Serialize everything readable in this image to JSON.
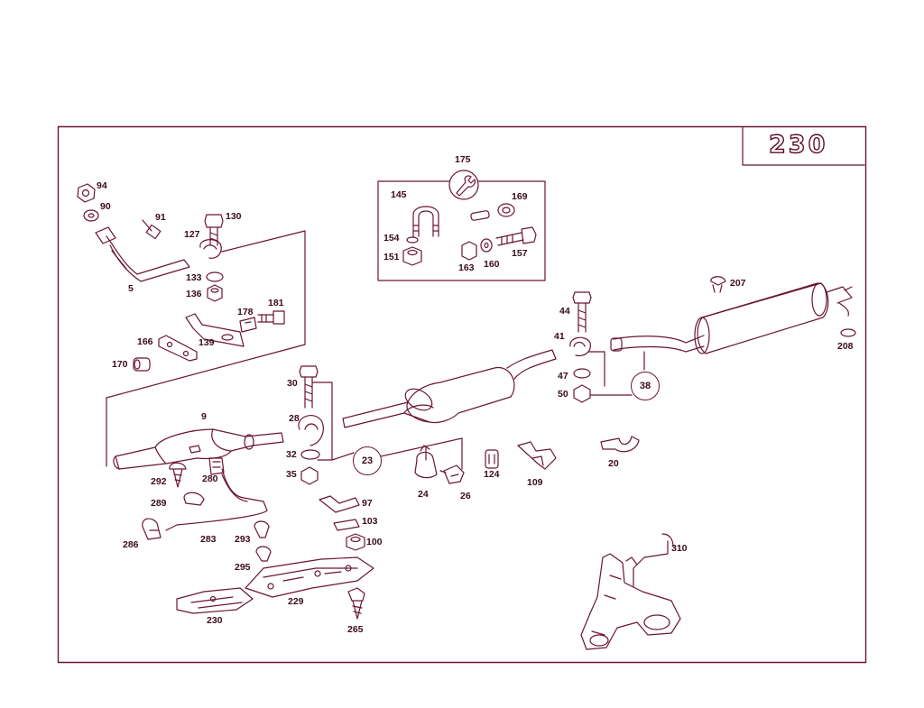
{
  "badge": "230",
  "labels": {
    "p94": "94",
    "p90": "90",
    "p91": "91",
    "p130": "130",
    "p127": "127",
    "p5": "5",
    "p133": "133",
    "p136": "136",
    "p181": "181",
    "p178": "178",
    "p166": "166",
    "p139": "139",
    "p170": "170",
    "p175": "175",
    "p145": "145",
    "p169": "169",
    "p154": "154",
    "p151": "151",
    "p163": "163",
    "p160": "160",
    "p157": "157",
    "p207": "207",
    "p208": "208",
    "p44": "44",
    "p41": "41",
    "p47": "47",
    "p50": "50",
    "p30": "30",
    "p28": "28",
    "p32": "32",
    "p35": "35",
    "p9": "9",
    "p292": "292",
    "p280": "280",
    "p289": "289",
    "p286": "286",
    "p283": "283",
    "p293": "293",
    "p295": "295",
    "p24": "24",
    "p26": "26",
    "p124": "124",
    "p109": "109",
    "p20": "20",
    "p97": "97",
    "p103": "103",
    "p100": "100",
    "p229": "229",
    "p230": "230",
    "p265": "265",
    "p310": "310"
  },
  "groups": {
    "g23": "23",
    "g38": "38"
  }
}
